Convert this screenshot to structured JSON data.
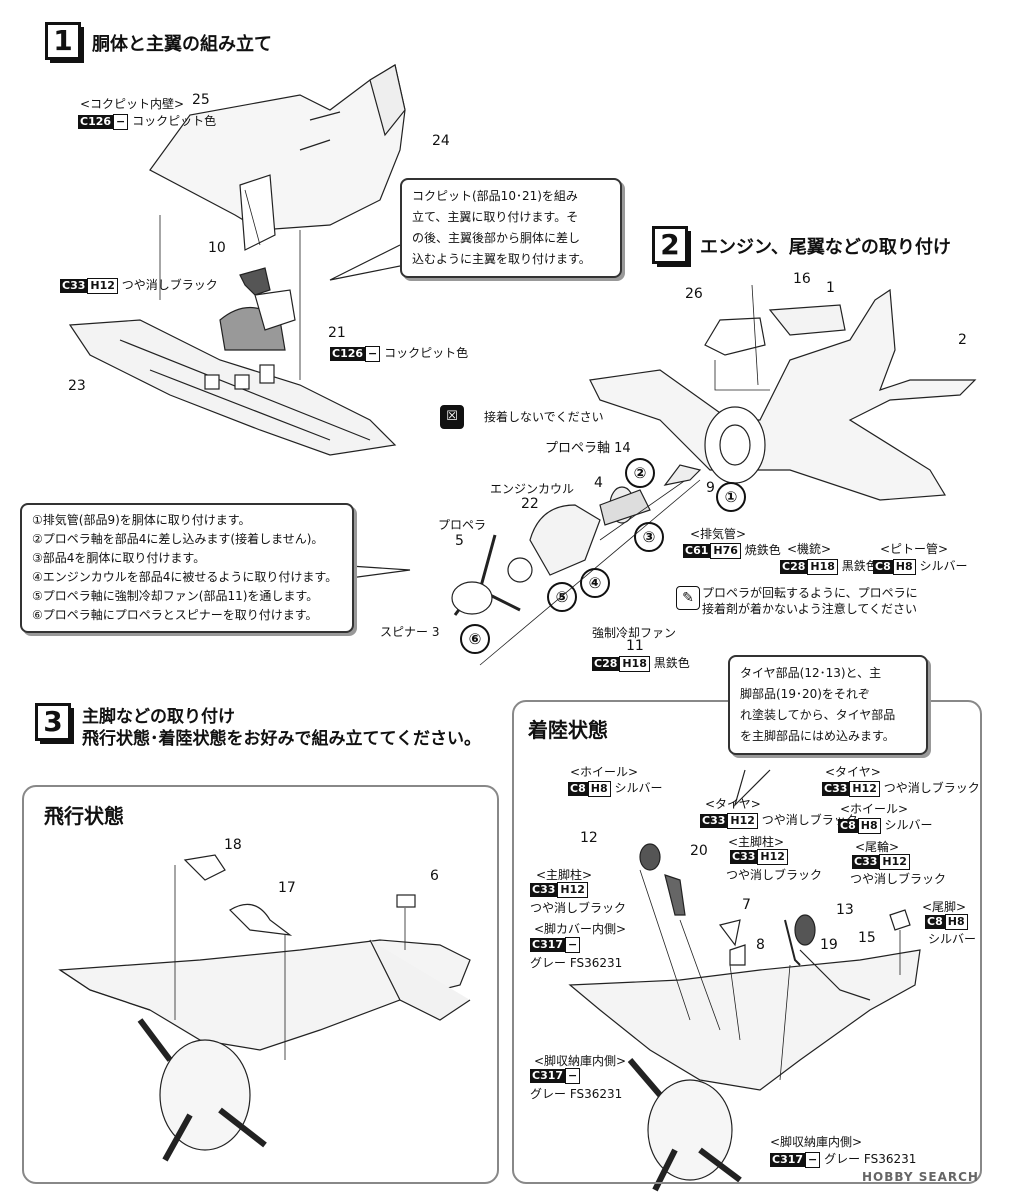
{
  "step1": {
    "number": "1",
    "title": "胴体と主翼の組み立て",
    "cockpit_wall_label": "<コクピット内壁>",
    "cockpit_wall_paint": {
      "code1": "C126",
      "code2": "−",
      "name": "コックピット色"
    },
    "part_25": "25",
    "part_24": "24",
    "part_10": "10",
    "part_10_paint": {
      "code1": "C33",
      "code2": "H12",
      "name": "つや消しブラック"
    },
    "part_21": "21",
    "part_21_paint": {
      "code1": "C126",
      "code2": "−",
      "name": "コックピット色"
    },
    "part_23": "23",
    "callout": [
      "コクピット(部品10･21)を組み",
      "立て、主翼に取り付けます。そ",
      "の後、主翼後部から胴体に差し",
      "込むように主翼を取り付けます。"
    ]
  },
  "step2": {
    "number": "2",
    "title": "エンジン、尾翼などの取り付け",
    "part_16": "16",
    "part_26": "26",
    "part_1": "1",
    "part_2": "2",
    "no_glue": "接着しないでください",
    "prop_shaft": "プロペラ軸 14",
    "engine_cowl": "エンジンカウル",
    "part_22": "22",
    "part_4": "4",
    "part_9": "9",
    "propeller": "プロペラ",
    "part_5": "5",
    "spinner": "スピナー 3",
    "cooling_fan": "強制冷却ファン",
    "part_11": "11",
    "cooling_fan_paint": {
      "code1": "C28",
      "code2": "H18",
      "name": "黒鉄色"
    },
    "exhaust_label": "<排気管>",
    "exhaust_paint": {
      "code1": "C61",
      "code2": "H76",
      "name": "焼鉄色"
    },
    "gun_label": "<機銃>",
    "gun_paint": {
      "code1": "C28",
      "code2": "H18",
      "name": "黒鉄色"
    },
    "pitot_label": "<ピトー管>",
    "pitot_paint": {
      "code1": "C8",
      "code2": "H8",
      "name": "シルバー"
    },
    "glue_note": [
      "プロペラが回転するように、プロペラに",
      "接着剤が着かないよう注意してください"
    ],
    "order_marks": [
      "①",
      "②",
      "③",
      "④",
      "⑤",
      "⑥"
    ],
    "steps": [
      "①排気管(部品9)を胴体に取り付けます。",
      "②プロペラ軸を部品4に差し込みます(接着しません)。",
      "③部品4を胴体に取り付けます。",
      "④エンジンカウルを部品4に被せるように取り付けます。",
      "⑤プロペラ軸に強制冷却ファン(部品11)を通します。",
      "⑥プロペラ軸にプロペラとスピナーを取り付けます。"
    ]
  },
  "step3": {
    "number": "3",
    "title": "主脚などの取り付け",
    "subtitle": "飛行状態･着陸状態をお好みで組み立ててください。",
    "flight": {
      "title": "飛行状態",
      "part_18": "18",
      "part_17": "17",
      "part_6": "6"
    },
    "landing": {
      "title": "着陸状態",
      "callout": [
        "タイヤ部品(12･13)と、主",
        "脚部品(19･20)をそれぞ",
        "れ塗装してから、タイヤ部品",
        "を主脚部品にはめ込みます。"
      ],
      "wheel_label": "<ホイール>",
      "wheel_paint": {
        "code1": "C8",
        "code2": "H8",
        "name": "シルバー"
      },
      "tire_label": "<タイヤ>",
      "tire_paint": {
        "code1": "C33",
        "code2": "H12",
        "name": "つや消しブラック"
      },
      "main_strut_label": "<主脚柱>",
      "main_strut_paint": {
        "code1": "C33",
        "code2": "H12",
        "name": "つや消しブラック"
      },
      "main_strut_label_left": "<主脚柱>",
      "main_strut_paint_left": {
        "code1": "C33",
        "code2": "H12",
        "name": "つや消しブラック"
      },
      "tire_label_right": "<タイヤ>",
      "tire_paint_right": {
        "code1": "C33",
        "code2": "H12",
        "name": "つや消しブラック"
      },
      "wheel_label_right": "<ホイール>",
      "wheel_paint_right": {
        "code1": "C8",
        "code2": "H8",
        "name": "シルバー"
      },
      "tailwheel_label": "<尾輪>",
      "tailwheel_paint": {
        "code1": "C33",
        "code2": "H12",
        "name": "つや消しブラック"
      },
      "tailleg_label": "<尾脚>",
      "tailleg_paint": {
        "code1": "C8",
        "code2": "H8",
        "name": "シルバー"
      },
      "gear_cover_label": "<脚カバー内側>",
      "gear_cover_paint": {
        "code1": "C317",
        "code2": "−",
        "name": "グレー FS36231"
      },
      "bay_label_1": "<脚収納庫内側>",
      "bay_paint_1": {
        "code1": "C317",
        "code2": "−",
        "name": "グレー FS36231"
      },
      "bay_label_2": "<脚収納庫内側>",
      "bay_paint_2": {
        "code1": "C317",
        "code2": "−",
        "name": "グレー FS36231"
      },
      "part_12": "12",
      "part_20": "20",
      "part_7": "7",
      "part_8": "8",
      "part_13": "13",
      "part_19": "19",
      "part_15": "15"
    }
  },
  "watermark": "HOBBY SEARCH"
}
